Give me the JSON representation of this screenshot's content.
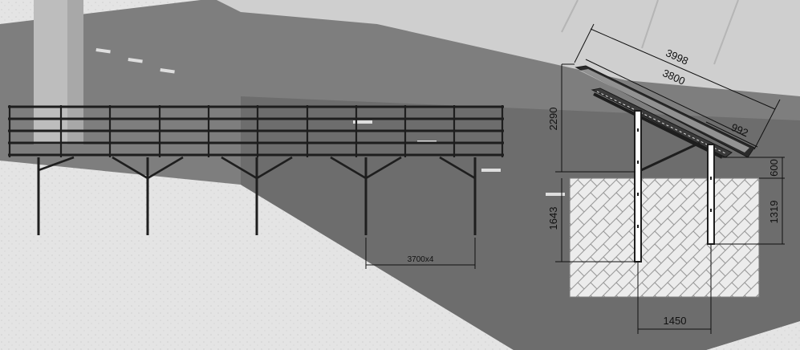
{
  "colors": {
    "background_light": "#e6e6e6",
    "road_dark": "#7c7c7c",
    "panel_row": "#cfcfcf",
    "steel": "#1e1e1e",
    "soil_fill": "#e9e9e9"
  },
  "front_view": {
    "span_label": "3700x4"
  },
  "side_view": {
    "dim_panel_length": "3998",
    "dim_rail_length": "3800",
    "dim_panel_overhang": "992",
    "dim_total_height": "2290",
    "dim_low_edge_clearance": "600",
    "dim_front_post_depth": "1643",
    "dim_rear_post_depth": "1319",
    "dim_post_spacing": "1450"
  }
}
